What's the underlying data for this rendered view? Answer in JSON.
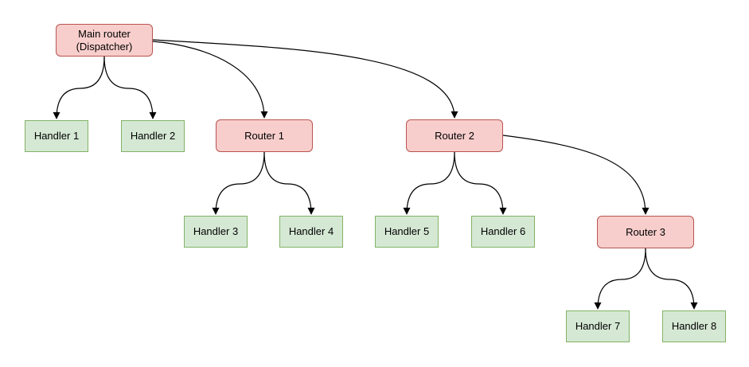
{
  "diagram": {
    "nodes": {
      "main_router": {
        "label_line1": "Main router",
        "label_line2": "(Dispatcher)",
        "type": "router"
      },
      "router_1": {
        "label": "Router 1",
        "type": "router"
      },
      "router_2": {
        "label": "Router 2",
        "type": "router"
      },
      "router_3": {
        "label": "Router 3",
        "type": "router"
      },
      "handler_1": {
        "label": "Handler 1",
        "type": "handler"
      },
      "handler_2": {
        "label": "Handler 2",
        "type": "handler"
      },
      "handler_3": {
        "label": "Handler 3",
        "type": "handler"
      },
      "handler_4": {
        "label": "Handler 4",
        "type": "handler"
      },
      "handler_5": {
        "label": "Handler 5",
        "type": "handler"
      },
      "handler_6": {
        "label": "Handler 6",
        "type": "handler"
      },
      "handler_7": {
        "label": "Handler 7",
        "type": "handler"
      },
      "handler_8": {
        "label": "Handler 8",
        "type": "handler"
      }
    },
    "edges": [
      {
        "from": "Main router (Dispatcher)",
        "to": "Handler 1"
      },
      {
        "from": "Main router (Dispatcher)",
        "to": "Handler 2"
      },
      {
        "from": "Main router (Dispatcher)",
        "to": "Router 1"
      },
      {
        "from": "Main router (Dispatcher)",
        "to": "Router 2"
      },
      {
        "from": "Router 1",
        "to": "Handler 3"
      },
      {
        "from": "Router 1",
        "to": "Handler 4"
      },
      {
        "from": "Router 2",
        "to": "Handler 5"
      },
      {
        "from": "Router 2",
        "to": "Handler 6"
      },
      {
        "from": "Router 2",
        "to": "Router 3"
      },
      {
        "from": "Router 3",
        "to": "Handler 7"
      },
      {
        "from": "Router 3",
        "to": "Handler 8"
      }
    ],
    "colors": {
      "router_fill": "#f8cecc",
      "router_border": "#b85450",
      "handler_fill": "#d5e8d4",
      "handler_border": "#82b366",
      "edge": "#000000",
      "text": "#000000",
      "background": "#ffffff"
    }
  }
}
